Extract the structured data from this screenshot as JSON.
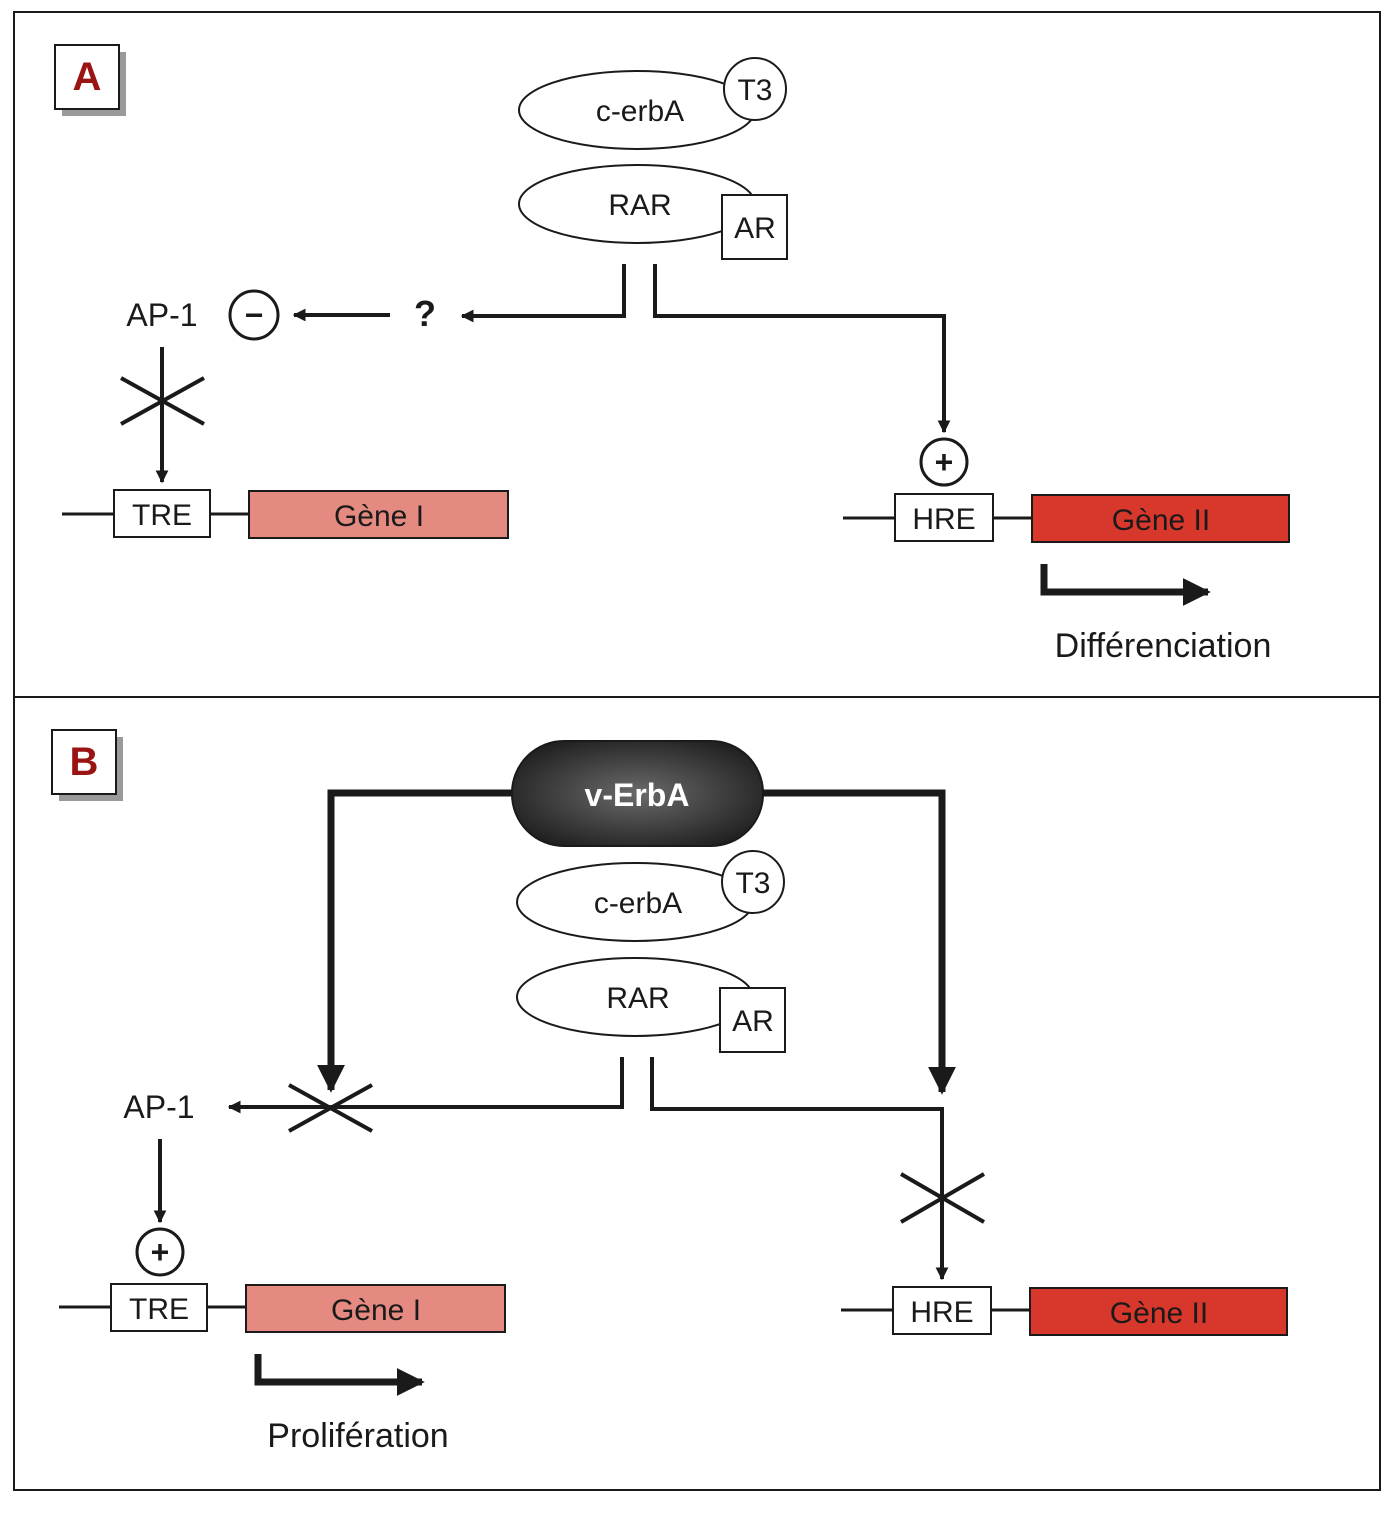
{
  "colors": {
    "gene1_fill": "#e58a80",
    "gene2_fill": "#d8382b",
    "panel_label": "#9b1414",
    "verba_fill": "#2b2b2b",
    "line": "#1a1a1a"
  },
  "panel_a": {
    "label": "A",
    "cerba": "c-erbA",
    "t3": "T3",
    "rar": "RAR",
    "ar": "AR",
    "ap1": "AP-1",
    "minus": "−",
    "question": "?",
    "plus": "+",
    "tre": "TRE",
    "gene1": "Gène I",
    "hre": "HRE",
    "gene2": "Gène II",
    "outcome": "Différenciation"
  },
  "panel_b": {
    "label": "B",
    "verba": "v-ErbA",
    "cerba": "c-erbA",
    "t3": "T3",
    "rar": "RAR",
    "ar": "AR",
    "ap1": "AP-1",
    "plus": "+",
    "tre": "TRE",
    "gene1": "Gène I",
    "hre": "HRE",
    "gene2": "Gène II",
    "outcome": "Prolifération"
  }
}
